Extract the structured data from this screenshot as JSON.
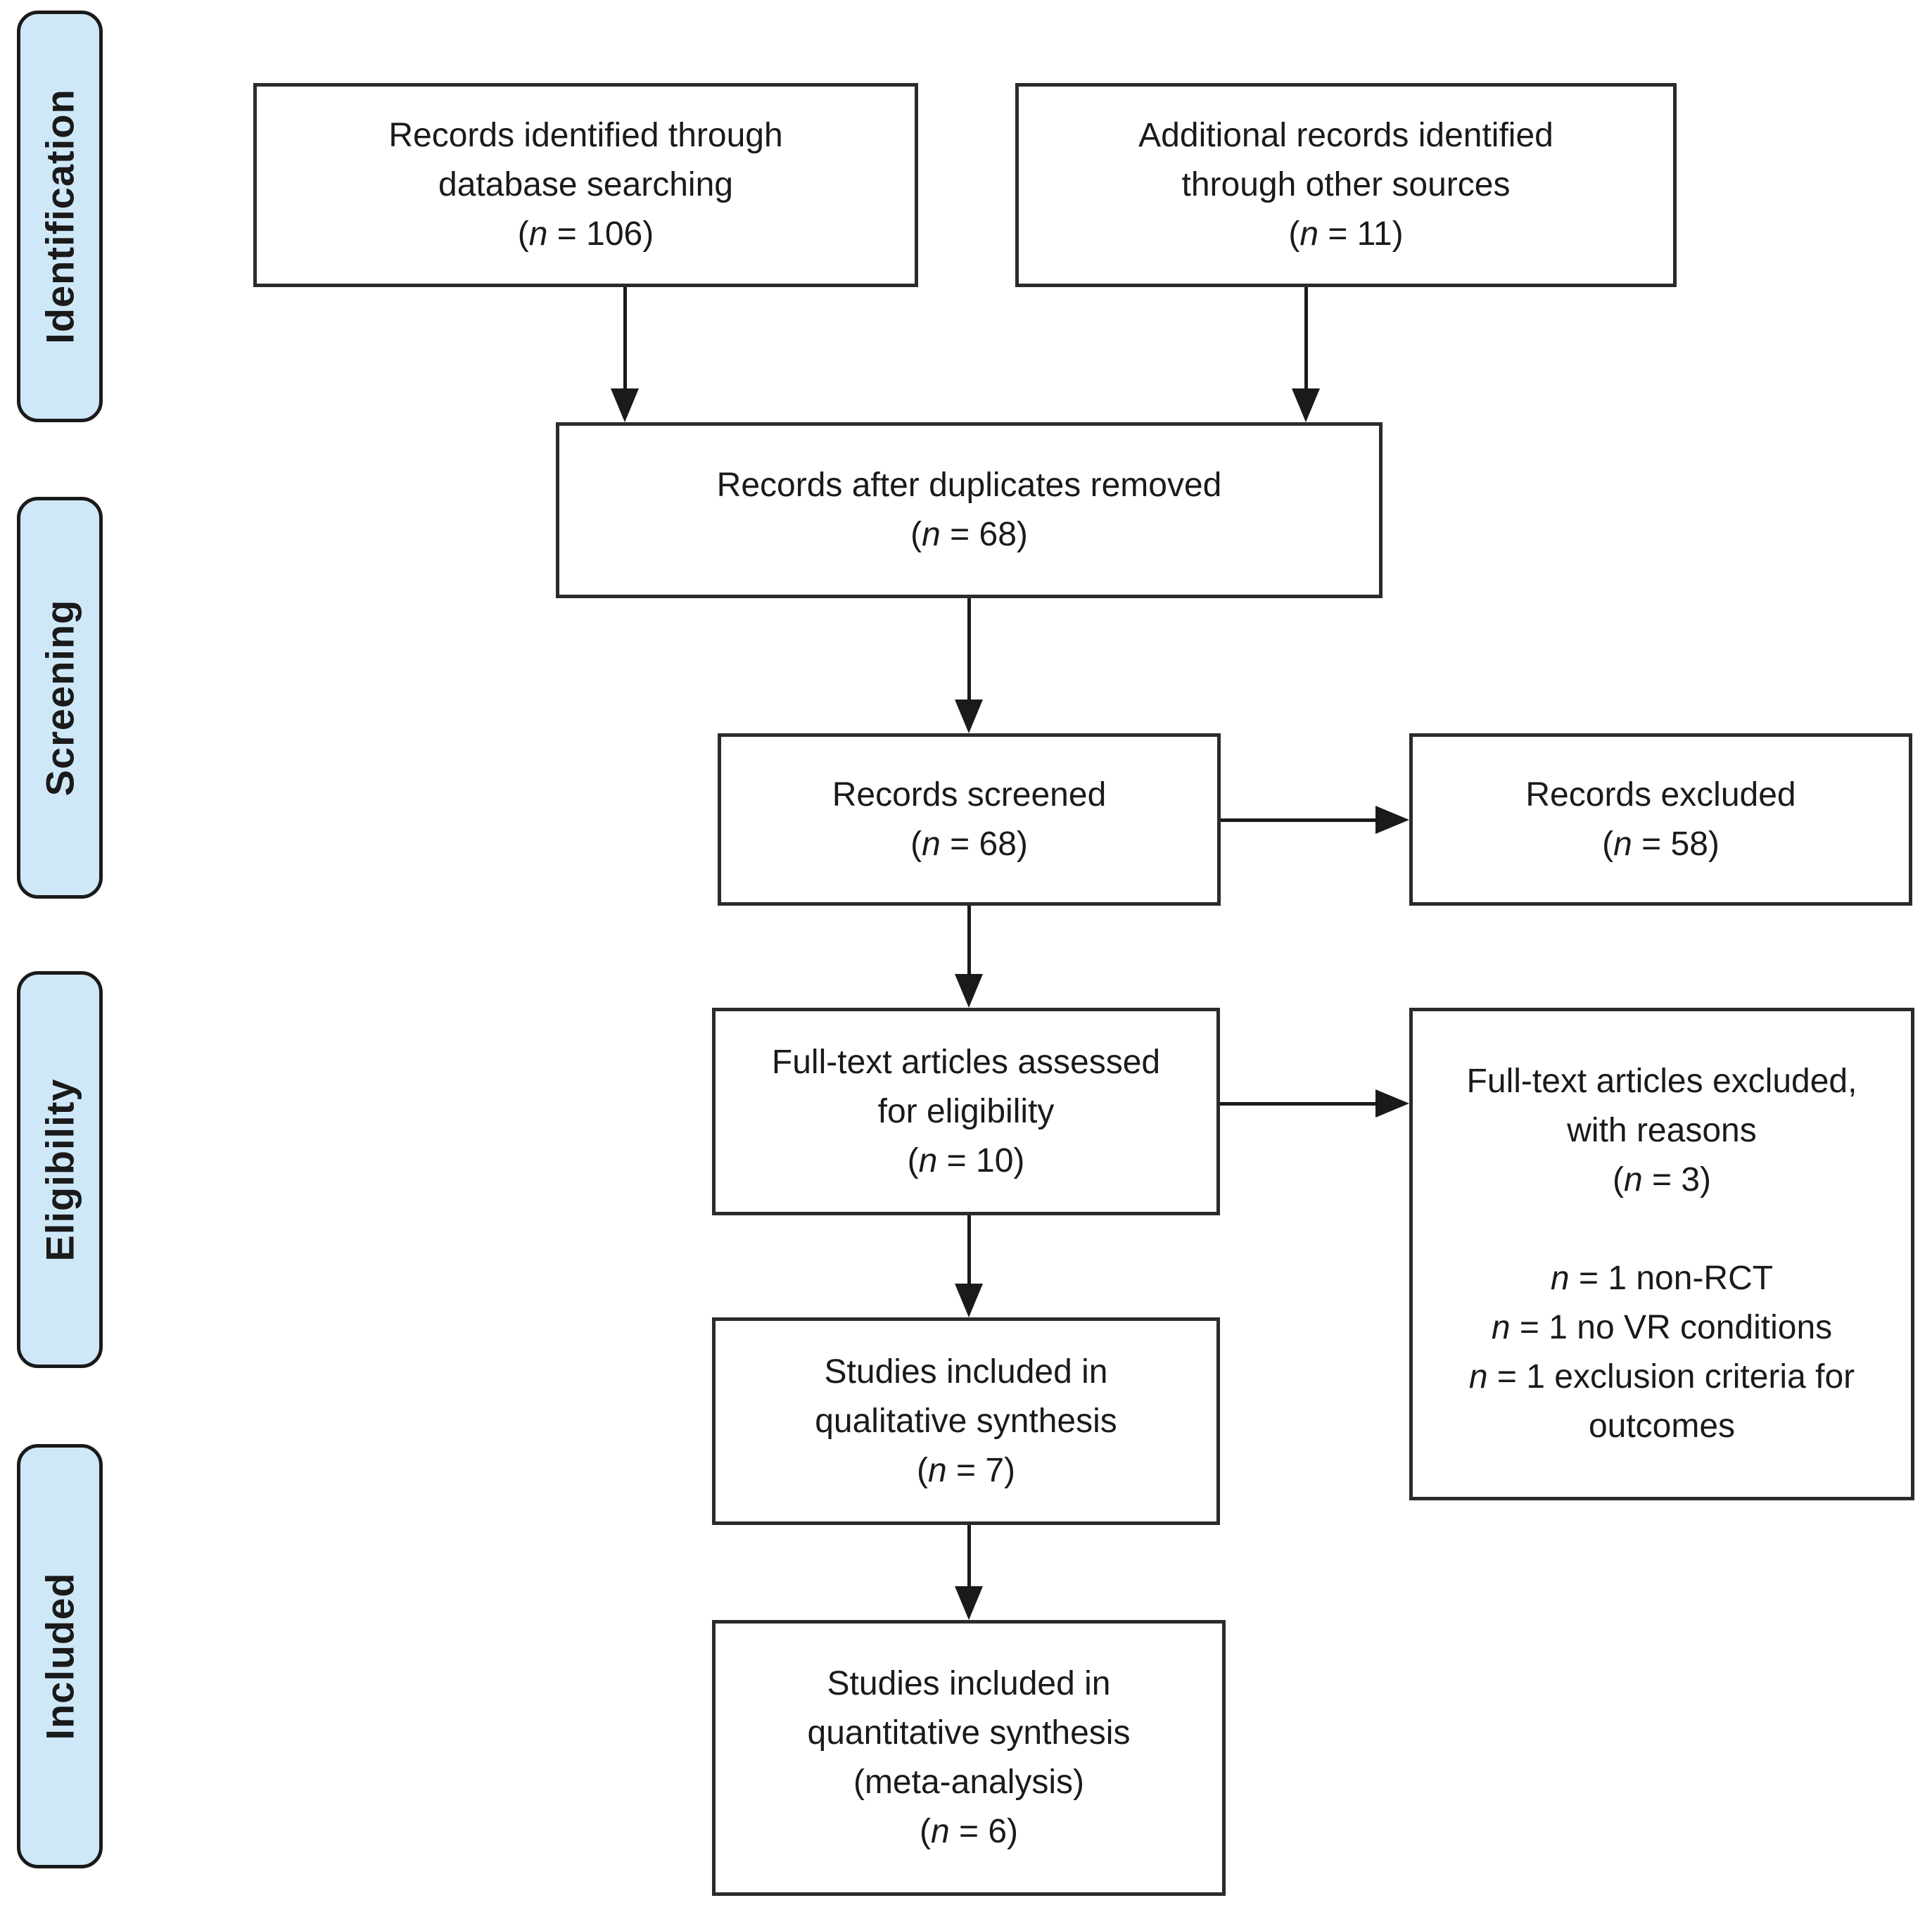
{
  "sidebar": {
    "stages": [
      {
        "label": "Identification"
      },
      {
        "label": "Screening"
      },
      {
        "label": "Eligibility"
      },
      {
        "label": "Included"
      }
    ]
  },
  "boxes": {
    "records_identified": {
      "lines": [
        "Records identified through",
        "database searching",
        "(n = 106)"
      ]
    },
    "additional_records": {
      "lines": [
        "Additional records identified",
        "through other sources",
        "(n = 11)"
      ]
    },
    "after_duplicates": {
      "lines": [
        "Records after duplicates removed",
        "(n = 68)"
      ]
    },
    "records_screened": {
      "lines": [
        "Records screened",
        "(n = 68)"
      ]
    },
    "records_excluded": {
      "lines": [
        "Records excluded",
        "(n = 58)"
      ]
    },
    "fulltext_assessed": {
      "lines": [
        "Full-text articles assessed",
        "for eligibility",
        "(n = 10)"
      ]
    },
    "fulltext_excluded": {
      "lines": [
        "Full-text articles excluded,",
        "with reasons",
        "(n = 3)",
        "",
        "n = 1 non-RCT",
        "n = 1 no VR conditions",
        "n = 1 exclusion criteria for",
        "outcomes"
      ]
    },
    "qualitative": {
      "lines": [
        "Studies included in",
        "qualitative synthesis",
        "(n = 7)"
      ]
    },
    "quantitative": {
      "lines": [
        "Studies included in",
        "quantitative synthesis",
        "(meta-analysis)",
        "(n = 6)"
      ]
    }
  },
  "colors": {
    "stage_fill": "#cfe8f8",
    "stage_border": "#1a1a1a",
    "box_border": "#2b2b2b",
    "text": "#1a1a1a",
    "arrow": "#1a1a1a",
    "background": "#ffffff"
  }
}
